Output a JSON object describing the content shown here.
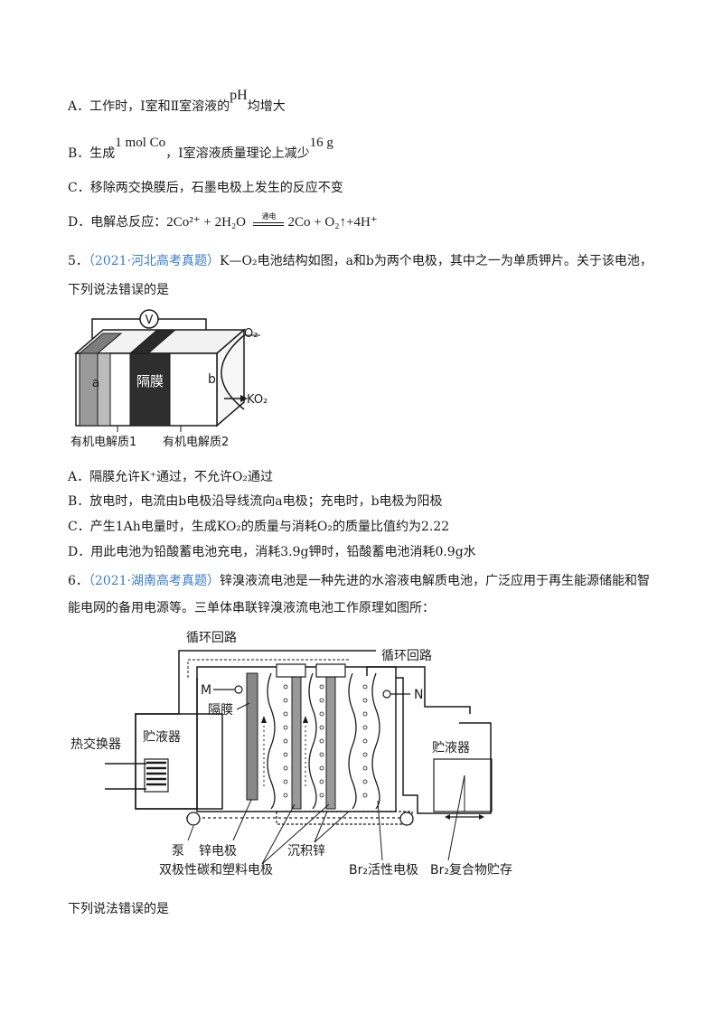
{
  "q4": {
    "a": {
      "prefix": "A．工作时，Ⅰ室和Ⅱ室溶液的",
      "ph": "pH",
      "suffix": "均增大"
    },
    "b": {
      "prefix": "B．生成",
      "mol": "1 mol Co",
      "mid": "，Ⅰ室溶液质量理论上减少",
      "mass": "16 g"
    },
    "c": "C．移除两交换膜后，石墨电极上发生的反应不变",
    "d": {
      "prefix": "D．电解总反应：",
      "lhs": "2Co²⁺ + 2H₂O",
      "cond": "通电",
      "rhs": "2Co + O₂↑+4H⁺"
    }
  },
  "q5": {
    "num": "5．",
    "source": "（2021·河北高考真题）",
    "stem1": "K—O₂电池结构如图，a和b为两个电极，其中之一为单质钾片。关于该电池，",
    "stem2": "下列说法错误的是",
    "figure": {
      "voltmeter": "V",
      "electrode_a": "a",
      "membrane": "隔膜",
      "electrode_b": "b",
      "o2": "O₂",
      "ko2": "KO₂",
      "electrolyte1": "有机电解质1",
      "electrolyte2": "有机电解质2"
    },
    "options": [
      "A．隔膜允许K⁺通过，不允许O₂通过",
      "B．放电时，电流由b电极沿导线流向a电极；充电时，b电极为阳极",
      "C．产生1Ah电量时，生成KO₂的质量与消耗O₂的质量比值约为2.22",
      "D．用此电池为铅酸蓄电池充电，消耗3.9g钾时，铅酸蓄电池消耗0.9g水"
    ]
  },
  "q6": {
    "num": "6．",
    "source": "（2021·湖南高考真题）",
    "stem1": "锌溴液流电池是一种先进的水溶液电解质电池，广泛应用于再生能源储能和智",
    "stem2": "能电网的备用电源等。三单体串联锌溴液流电池工作原理如图所：",
    "figure": {
      "loop_left": "循环回路",
      "loop_right": "循环回路",
      "m": "M",
      "n": "N",
      "membrane": "隔膜",
      "heat_exchanger": "热交换器",
      "tank_left": "贮液器",
      "tank_right": "贮液器",
      "pump": "泵",
      "zinc_electrode": "锌电极",
      "bipolar": "双极性碳和塑料电极",
      "zinc_deposit": "沉积锌",
      "br2_electrode": "Br₂活性电极",
      "br2_store": "Br₂复合物贮存"
    },
    "tail": "下列说法错误的是"
  }
}
